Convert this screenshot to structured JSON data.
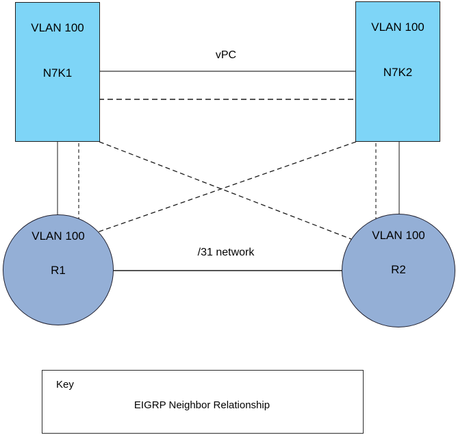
{
  "diagram": {
    "nodes": {
      "n7k1": {
        "vlan": "VLAN 100",
        "name": "N7K1"
      },
      "n7k2": {
        "vlan": "VLAN 100",
        "name": "N7K2"
      },
      "r1": {
        "vlan": "VLAN 100",
        "name": "R1"
      },
      "r2": {
        "vlan": "VLAN 100",
        "name": "R2"
      }
    },
    "labels": {
      "vpc": "vPC",
      "network": "/31 network"
    },
    "key": {
      "title": "Key",
      "eigrp": "EIGRP Neighbor Relationship"
    },
    "colors": {
      "switch_fill": "#7ED5F7",
      "router_fill": "#94AFD6",
      "vpc_line": "#7F7F7F",
      "solid_link_line": "#595959",
      "dashed_link_line": "#3D3D3D",
      "black_line": "#1A1A1A"
    }
  }
}
